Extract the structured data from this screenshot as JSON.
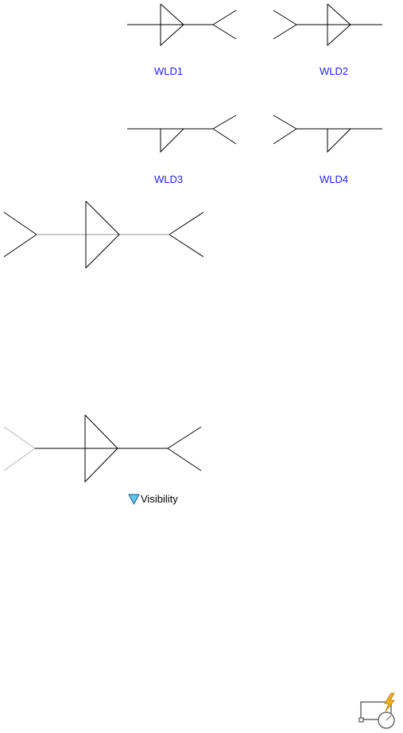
{
  "symbols": {
    "wld1": {
      "label": "WLD1"
    },
    "wld2": {
      "label": "WLD2"
    },
    "wld3": {
      "label": "WLD3"
    },
    "wld4": {
      "label": "WLD4"
    }
  },
  "visibility_parameter": {
    "label": "Visibility",
    "icon": "triangle-down-icon"
  },
  "tool_icon": "block-action-icon",
  "colors": {
    "label_text": "#2222ee",
    "line": "#000000",
    "hidden_line": "#b4b4b4",
    "grip_fill": "#5ec8ee",
    "grip_stroke": "#1a5a86"
  }
}
